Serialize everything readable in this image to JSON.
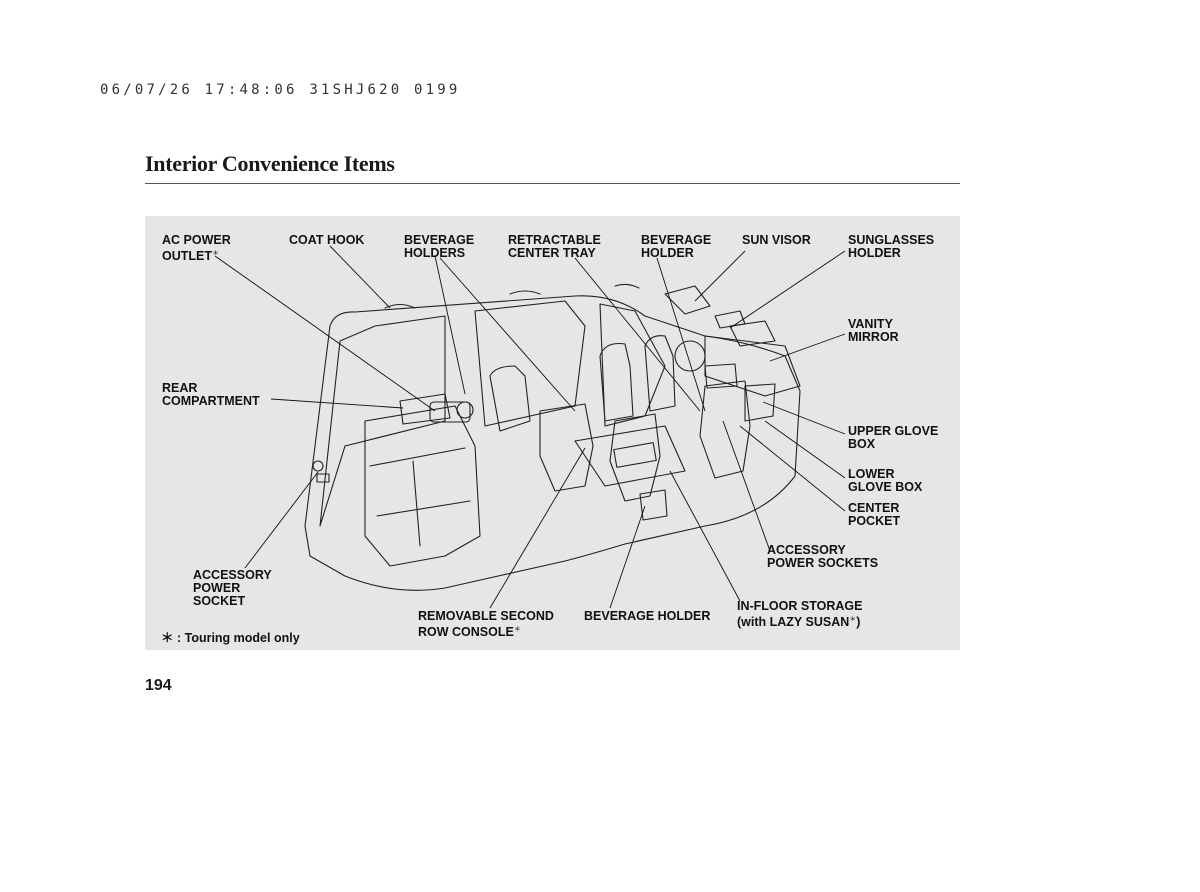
{
  "header": {
    "stamp": "06/07/26 17:48:06 31SHJ620 0199"
  },
  "page": {
    "title": "Interior Convenience Items",
    "number": "194"
  },
  "figure": {
    "labels": {
      "ac_power_outlet": "AC POWER\nOUTLET",
      "coat_hook": "COAT HOOK",
      "beverage_holders": "BEVERAGE\nHOLDERS",
      "retractable_center_tray": "RETRACTABLE\nCENTER TRAY",
      "beverage_holder_top": "BEVERAGE\nHOLDER",
      "sun_visor": "SUN VISOR",
      "sunglasses_holder": "SUNGLASSES\nHOLDER",
      "vanity_mirror": "VANITY\nMIRROR",
      "rear_compartment": "REAR\nCOMPARTMENT",
      "upper_glove_box": "UPPER GLOVE\nBOX",
      "lower_glove_box": "LOWER\nGLOVE BOX",
      "center_pocket": "CENTER\nPOCKET",
      "accessory_power_sockets": "ACCESSORY\nPOWER SOCKETS",
      "accessory_power_socket": "ACCESSORY\nPOWER\nSOCKET",
      "removable_second_row_console": "REMOVABLE SECOND\nROW CONSOLE",
      "beverage_holder_bottom": "BEVERAGE HOLDER",
      "in_floor_storage": "IN-FLOOR STORAGE\n(with LAZY SUSAN",
      "in_floor_storage_end": ")"
    },
    "footnote_marker": "＊",
    "footnote": "＊ : Touring model only"
  }
}
